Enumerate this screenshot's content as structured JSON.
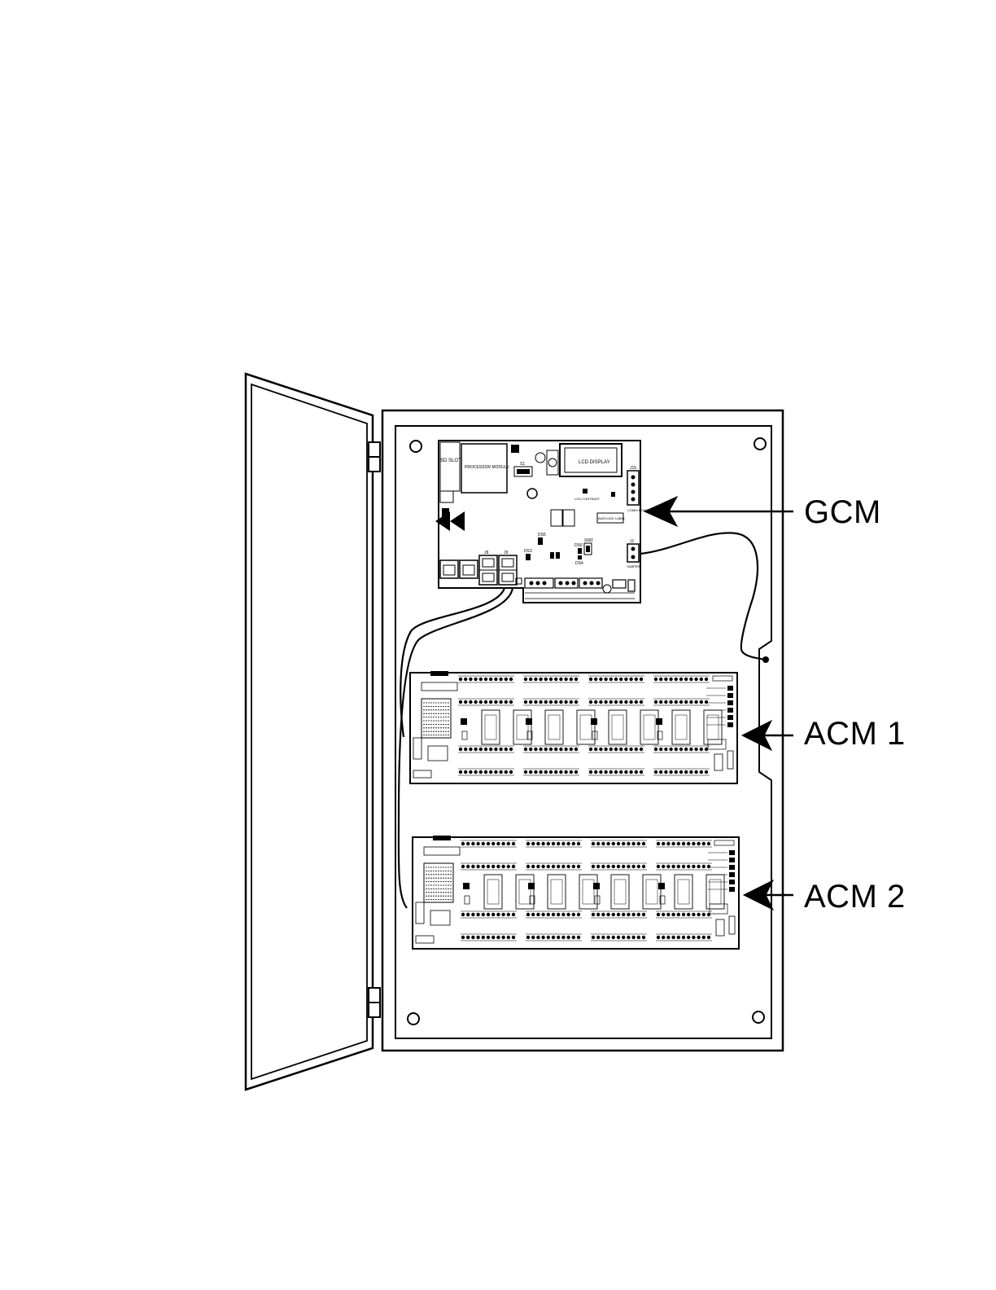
{
  "callouts": {
    "gcm": "GCM",
    "acm1": "ACM 1",
    "acm2": "ACM 2"
  },
  "gcm_board": {
    "sd_slot": "SD SLOT",
    "processor_module": "PROCESSOR MODULE",
    "lcd_display": "LCD DISPLAY",
    "lcd_contrast": "LCD CONTRAST",
    "barcode_label": "BARCODE LABEL",
    "tamper": "TAMPER",
    "comm_board": "COMM BOARD",
    "j15": "J15",
    "j1": "J1",
    "j9": "J9",
    "j8": "J8",
    "s1": "S1",
    "ds5": "DS5",
    "ds6": "DS6",
    "ds3": "DS3",
    "sw2": "SW2",
    "ds4": "DS4"
  },
  "colors": {
    "line": "#000000",
    "background": "#ffffff"
  }
}
